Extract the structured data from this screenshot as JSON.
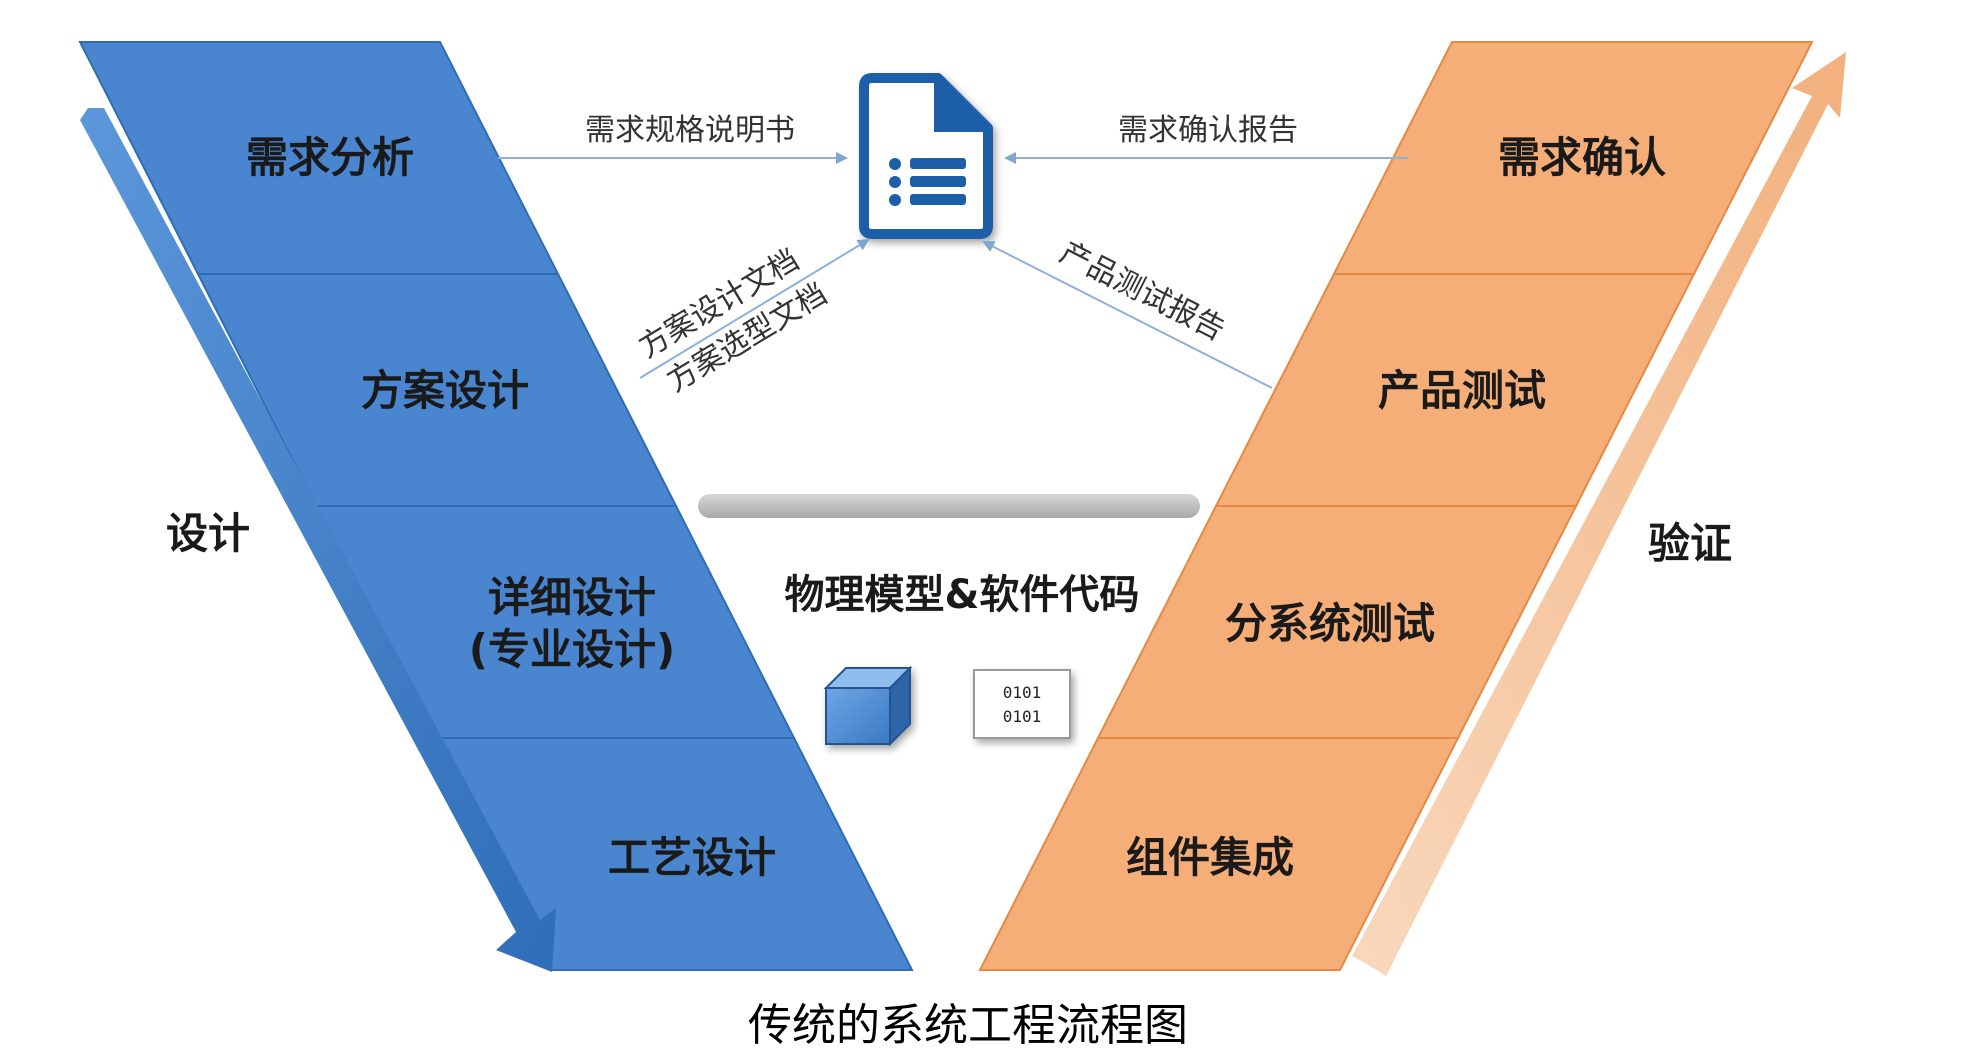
{
  "design_side": {
    "label": "设计",
    "stages": [
      {
        "label": "需求分析"
      },
      {
        "label": "方案设计"
      },
      {
        "label_line1": "详细设计",
        "label_line2": "(专业设计)"
      },
      {
        "label": "工艺设计"
      }
    ],
    "color": "#4a86cf",
    "border_color": "#2f6db3",
    "arrow_color": "#3f7ccc"
  },
  "verify_side": {
    "label": "验证",
    "stages": [
      {
        "label": "需求确认"
      },
      {
        "label": "产品测试"
      },
      {
        "label": "分系统测试"
      },
      {
        "label": "组件集成"
      }
    ],
    "color": "#f5ae78",
    "border_color": "#e48a45",
    "arrow_color": "#f6c9a3"
  },
  "documents": {
    "requirement_spec": "需求规格说明书",
    "requirement_confirm_report": "需求确认报告",
    "scheme_design_doc": "方案设计文档",
    "scheme_selection_doc": "方案选型文档",
    "product_test_report": "产品测试报告",
    "icon": "document-icon",
    "icon_color": "#1e5fa8"
  },
  "center": {
    "label": "物理模型&软件代码",
    "binary_line1": "0101",
    "binary_line2": "0101",
    "cube_icon": "cube-icon",
    "code_icon": "binary-code-icon"
  },
  "caption": "传统的系统工程流程图"
}
